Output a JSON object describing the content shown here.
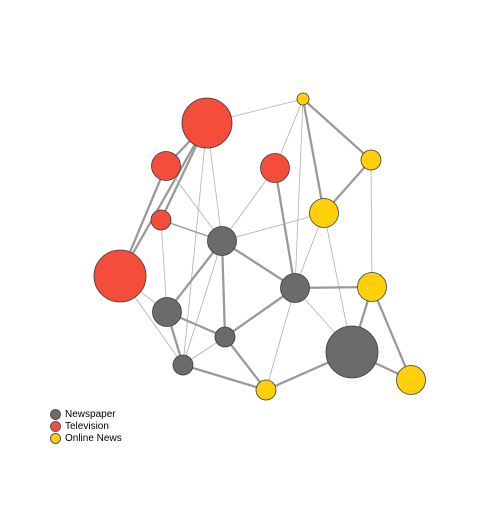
{
  "legend": {
    "items": [
      {
        "key": "newspaper",
        "label": "Newspaper",
        "color": "#6b6b6b"
      },
      {
        "key": "television",
        "label": "Television",
        "color": "#f44d3a"
      },
      {
        "key": "online",
        "label": "Online News",
        "color": "#ffcf0a"
      }
    ]
  },
  "graph": {
    "nodes": [
      {
        "id": "tv_big_top",
        "group": "television",
        "size": "large"
      },
      {
        "id": "tv_left_upper",
        "group": "television",
        "size": "medium"
      },
      {
        "id": "tv_center",
        "group": "television",
        "size": "medium"
      },
      {
        "id": "tv_small",
        "group": "television",
        "size": "small"
      },
      {
        "id": "tv_big_left",
        "group": "television",
        "size": "xlarge"
      },
      {
        "id": "news_center",
        "group": "newspaper",
        "size": "medium"
      },
      {
        "id": "news_right",
        "group": "newspaper",
        "size": "medium"
      },
      {
        "id": "news_left",
        "group": "newspaper",
        "size": "medium"
      },
      {
        "id": "news_mid_low",
        "group": "newspaper",
        "size": "small"
      },
      {
        "id": "news_bottom",
        "group": "newspaper",
        "size": "small"
      },
      {
        "id": "news_big",
        "group": "newspaper",
        "size": "xlarge"
      },
      {
        "id": "on_tiny_top",
        "group": "online",
        "size": "tiny"
      },
      {
        "id": "on_right_upper",
        "group": "online",
        "size": "small"
      },
      {
        "id": "on_mid",
        "group": "online",
        "size": "medium"
      },
      {
        "id": "on_right",
        "group": "online",
        "size": "medium"
      },
      {
        "id": "on_far_right",
        "group": "online",
        "size": "medium"
      },
      {
        "id": "on_bottom",
        "group": "online",
        "size": "small"
      }
    ],
    "edges": [
      {
        "source": "tv_big_top",
        "target": "on_tiny_top",
        "weight": "thin"
      },
      {
        "source": "tv_big_top",
        "target": "tv_left_upper",
        "weight": "thick"
      },
      {
        "source": "tv_big_top",
        "target": "tv_small",
        "weight": "thick"
      },
      {
        "source": "tv_big_top",
        "target": "tv_big_left",
        "weight": "thick"
      },
      {
        "source": "tv_big_top",
        "target": "news_center",
        "weight": "thin"
      },
      {
        "source": "tv_big_top",
        "target": "news_bottom",
        "weight": "thin"
      },
      {
        "source": "tv_left_upper",
        "target": "news_center",
        "weight": "thin"
      },
      {
        "source": "tv_left_upper",
        "target": "tv_big_left",
        "weight": "thick"
      },
      {
        "source": "on_tiny_top",
        "target": "tv_center",
        "weight": "thin"
      },
      {
        "source": "on_tiny_top",
        "target": "on_right_upper",
        "weight": "thick"
      },
      {
        "source": "on_tiny_top",
        "target": "on_mid",
        "weight": "thick"
      },
      {
        "source": "on_tiny_top",
        "target": "news_right",
        "weight": "thin"
      },
      {
        "source": "on_right_upper",
        "target": "on_mid",
        "weight": "thick"
      },
      {
        "source": "on_right_upper",
        "target": "on_right",
        "weight": "thin"
      },
      {
        "source": "tv_center",
        "target": "news_center",
        "weight": "thin"
      },
      {
        "source": "tv_center",
        "target": "news_right",
        "weight": "thick"
      },
      {
        "source": "tv_small",
        "target": "news_center",
        "weight": "medium"
      },
      {
        "source": "tv_small",
        "target": "news_left",
        "weight": "thin"
      },
      {
        "source": "on_mid",
        "target": "news_center",
        "weight": "thin"
      },
      {
        "source": "on_mid",
        "target": "news_right",
        "weight": "thin"
      },
      {
        "source": "on_mid",
        "target": "news_big",
        "weight": "thin"
      },
      {
        "source": "news_center",
        "target": "news_right",
        "weight": "thick"
      },
      {
        "source": "news_center",
        "target": "news_left",
        "weight": "thick"
      },
      {
        "source": "news_center",
        "target": "news_mid_low",
        "weight": "thick"
      },
      {
        "source": "news_center",
        "target": "news_bottom",
        "weight": "thin"
      },
      {
        "source": "tv_big_left",
        "target": "news_left",
        "weight": "thin"
      },
      {
        "source": "tv_big_left",
        "target": "news_bottom",
        "weight": "thin"
      },
      {
        "source": "news_right",
        "target": "on_right",
        "weight": "thick"
      },
      {
        "source": "news_right",
        "target": "news_mid_low",
        "weight": "thick"
      },
      {
        "source": "news_right",
        "target": "news_big",
        "weight": "thin"
      },
      {
        "source": "news_right",
        "target": "on_bottom",
        "weight": "thin"
      },
      {
        "source": "on_right",
        "target": "news_big",
        "weight": "thick"
      },
      {
        "source": "on_right",
        "target": "on_far_right",
        "weight": "thick"
      },
      {
        "source": "news_left",
        "target": "news_mid_low",
        "weight": "thick"
      },
      {
        "source": "news_left",
        "target": "news_bottom",
        "weight": "thick"
      },
      {
        "source": "news_mid_low",
        "target": "news_bottom",
        "weight": "thin"
      },
      {
        "source": "news_mid_low",
        "target": "on_bottom",
        "weight": "thick"
      },
      {
        "source": "news_bottom",
        "target": "on_bottom",
        "weight": "thick"
      },
      {
        "source": "on_bottom",
        "target": "news_big",
        "weight": "thick"
      },
      {
        "source": "news_big",
        "target": "on_far_right",
        "weight": "thick"
      }
    ]
  }
}
